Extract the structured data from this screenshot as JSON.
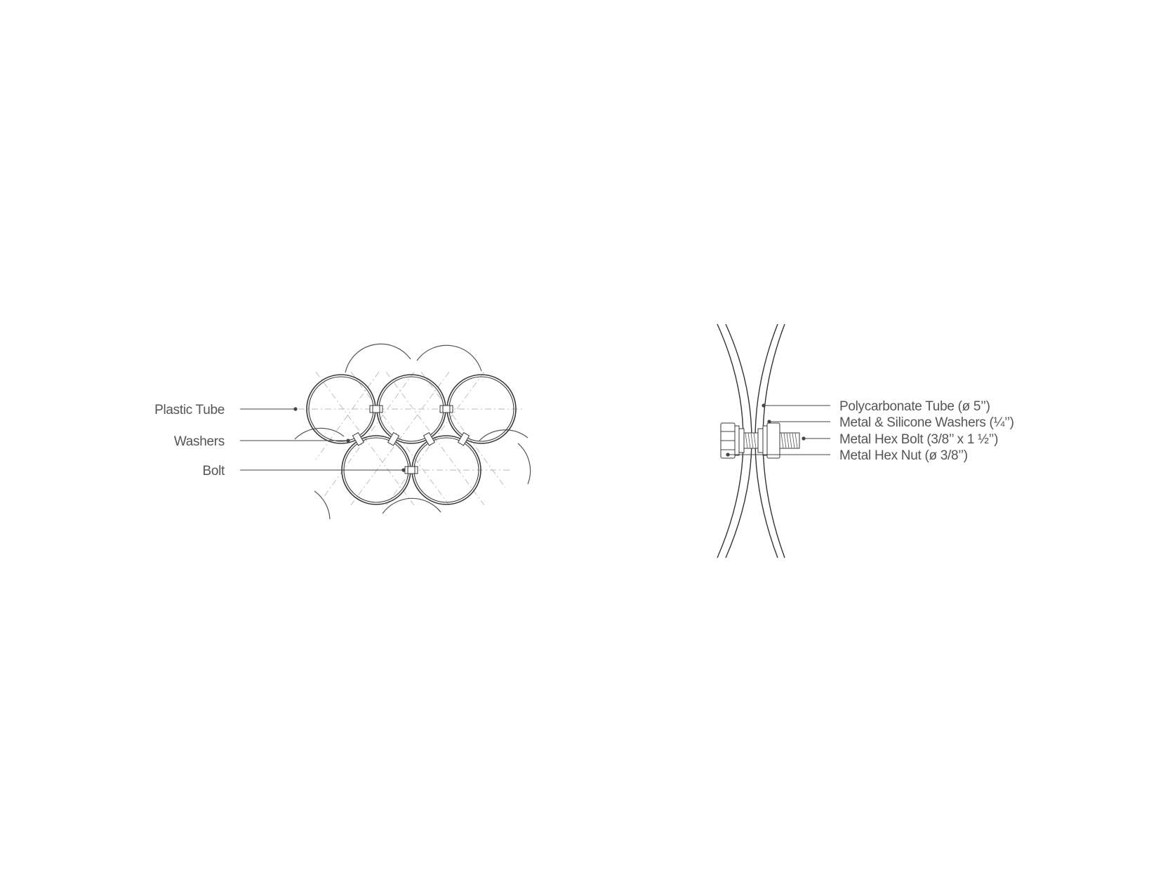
{
  "left_diagram": {
    "labels": {
      "plastic_tube": "Plastic Tube",
      "washers": "Washers",
      "bolt": "Bolt"
    }
  },
  "right_diagram": {
    "labels": {
      "polycarbonate_tube": "Polycarbonate Tube (ø 5’’)",
      "washers": "Metal & Silicone Washers (¼’’)",
      "hex_bolt": "Metal Hex Bolt (3/8’’ x 1 ½’’)",
      "hex_nut": "Metal Hex Nut (ø  3/8’’)"
    }
  },
  "colors": {
    "line": "#3a3a3a",
    "label": "#555555",
    "grid": "#b8b8b8"
  }
}
